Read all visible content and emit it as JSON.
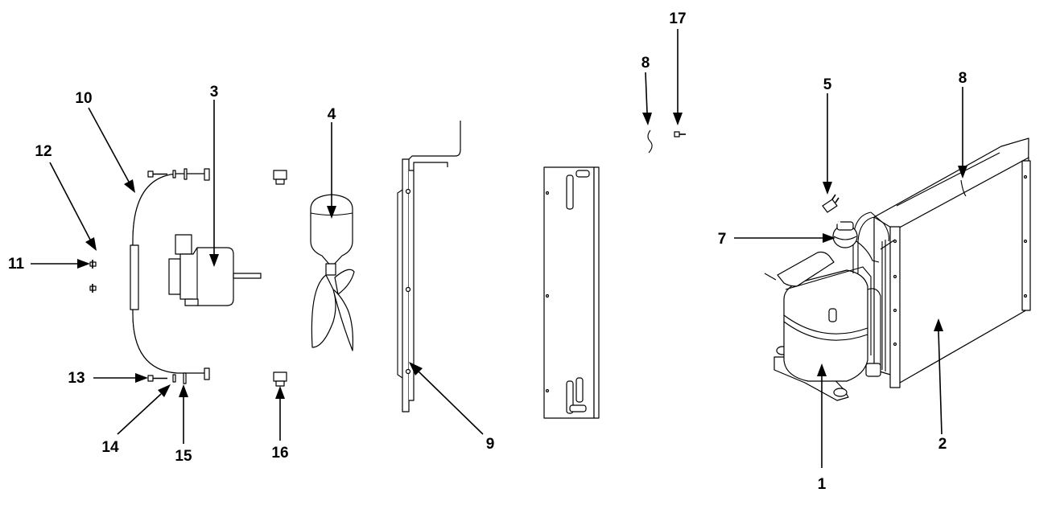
{
  "callouts": {
    "c1": "1",
    "c2": "2",
    "c3": "3",
    "c4": "4",
    "c5": "5",
    "c7": "7",
    "c8a": "8",
    "c8b": "8",
    "c9": "9",
    "c10": "10",
    "c11": "11",
    "c12": "12",
    "c13": "13",
    "c14": "14",
    "c15": "15",
    "c16": "16",
    "c17": "17"
  }
}
